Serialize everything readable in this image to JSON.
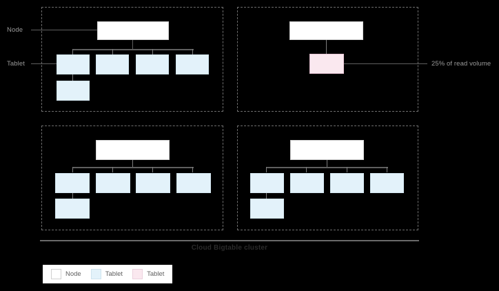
{
  "diagram": {
    "background_color": "#000000",
    "caption": "Cloud Bigtable cluster",
    "side_labels": {
      "node": "Node",
      "tablet": "Tablet"
    },
    "callout": {
      "text": "25% of read volume"
    },
    "colors": {
      "node_fill": "#ffffff",
      "node_border": "#d4d4d4",
      "tablet_fill": "#e3f2fa",
      "tablet_border": "#d3e6f0",
      "hot_tablet_fill": "#fae8ef",
      "hot_tablet_border": "#e8c5d5",
      "panel_border": "#6e6e6e",
      "connector": "#5f5f5f",
      "label_text": "#9a9a9a",
      "caption_text": "#2b2b2b"
    },
    "panels": [
      {
        "id": "panel-tl",
        "name": "node-group-top-left",
        "node_count": 1,
        "tablet_count": 5,
        "hot_tablet_count": 0
      },
      {
        "id": "panel-tr",
        "name": "node-group-top-right",
        "node_count": 1,
        "tablet_count": 0,
        "hot_tablet_count": 1
      },
      {
        "id": "panel-bl",
        "name": "node-group-bottom-left",
        "node_count": 1,
        "tablet_count": 5,
        "hot_tablet_count": 0
      },
      {
        "id": "panel-br",
        "name": "node-group-bottom-right",
        "node_count": 1,
        "tablet_count": 5,
        "hot_tablet_count": 0
      }
    ]
  },
  "legend": {
    "items": [
      {
        "label": "Node",
        "swatch": "#ffffff",
        "border": "#d0d0d0"
      },
      {
        "label": "Tablet",
        "swatch": "#e3f2fa",
        "border": "#cfe4ef"
      },
      {
        "label": "Tablet",
        "swatch": "#fae8ef",
        "border": "#ecd2de"
      }
    ]
  }
}
